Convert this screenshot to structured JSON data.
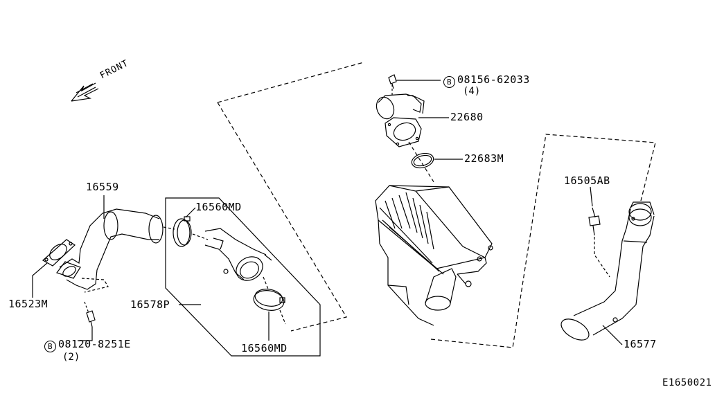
{
  "diagram_id": "E1650021",
  "front_label": "FRONT",
  "parts": {
    "p16559": "16559",
    "p16560MD_top": "16560MD",
    "p16560MD_bottom": "16560MD",
    "p16523M": "16523M",
    "p16578P": "16578P",
    "p22680": "22680",
    "p22683M": "22683M",
    "p16505AB": "16505AB",
    "p16577": "16577"
  },
  "bolts": {
    "top": {
      "symbol": "B",
      "part": "08156-62033",
      "qty": "(4)"
    },
    "bottom": {
      "symbol": "B",
      "part": "08120-8251E",
      "qty": "(2)"
    }
  }
}
